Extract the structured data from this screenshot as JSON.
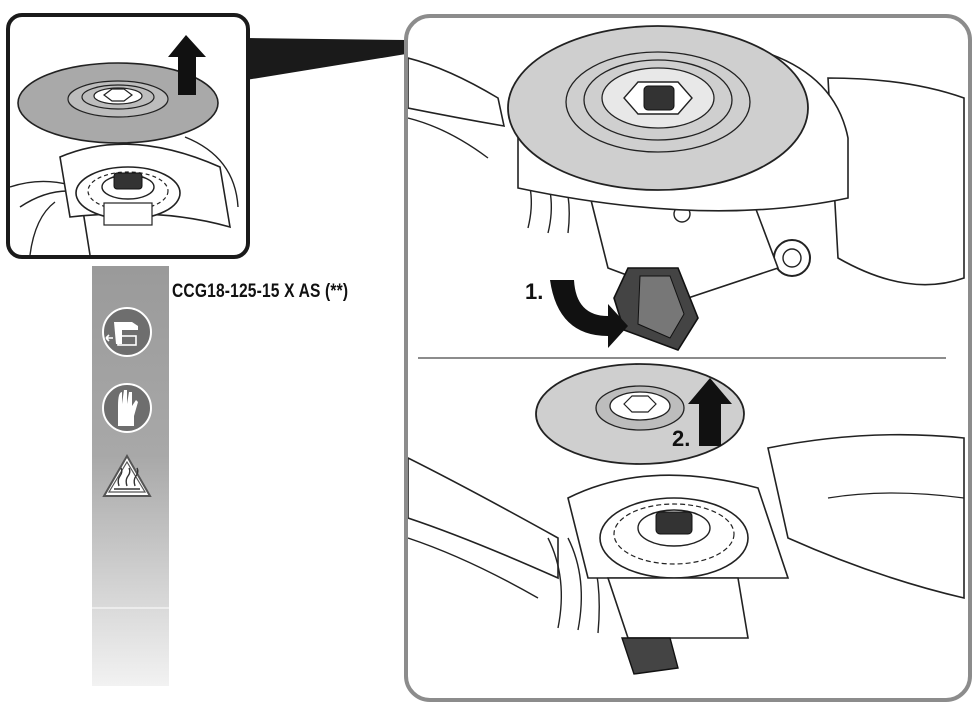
{
  "model_label": "CCG18-125-15 X AS (**)",
  "steps": [
    {
      "label": "1."
    },
    {
      "label": "2."
    }
  ],
  "icons": [
    "battery-removal-icon",
    "protective-gloves-icon",
    "hot-surface-warning-icon"
  ],
  "colors": {
    "outline": "#1a1a1a",
    "frame": "#8c8c8c",
    "strip": "#a3a3a3",
    "icon_fill": "#6e6e6e",
    "arrow": "#111111"
  }
}
